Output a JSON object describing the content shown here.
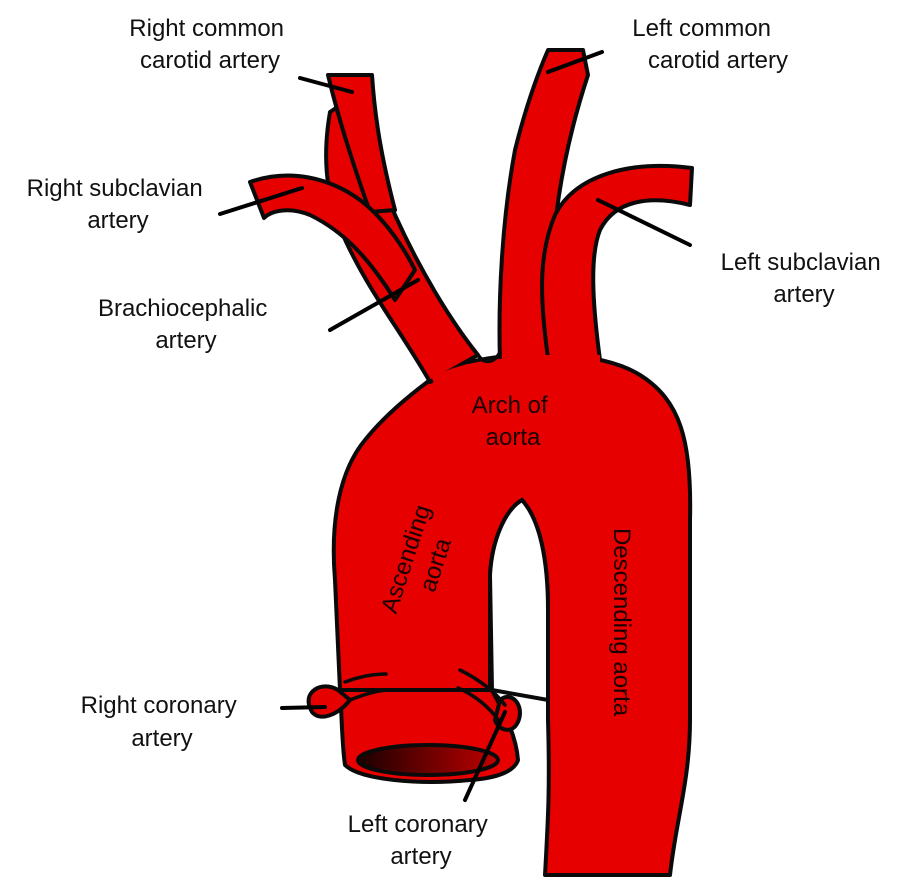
{
  "labels": {
    "right_common_carotid": [
      "Right common",
      "carotid artery"
    ],
    "left_common_carotid": [
      "Left common",
      "carotid artery"
    ],
    "right_subclavian": [
      "Right subclavian",
      "artery"
    ],
    "left_subclavian": [
      "Left subclavian",
      "artery"
    ],
    "brachiocephalic": [
      "Brachiocephalic",
      "artery"
    ],
    "arch": [
      "Arch of",
      "aorta"
    ],
    "ascending": [
      "Ascending",
      "aorta"
    ],
    "descending": "Descending aorta",
    "right_coronary": [
      "Right coronary",
      "artery"
    ],
    "left_coronary": [
      "Left coronary",
      "artery"
    ]
  },
  "colors": {
    "vessel": "#e60000",
    "outline": "#0a0a0a",
    "lumen_dark": "#2a0000"
  }
}
